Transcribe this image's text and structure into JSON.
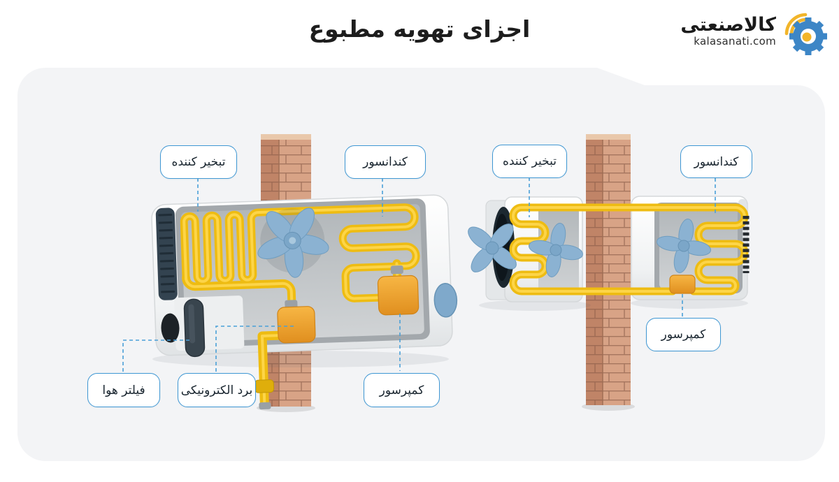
{
  "header": {
    "title": "اجزای تهویه مطبوع"
  },
  "logo": {
    "brand": "کالاصنعتی",
    "domain": "kalasanati.com"
  },
  "diagram_left": {
    "name": "window air conditioner cutaway",
    "labels": {
      "evaporator": "تبخیر کننده",
      "condenser": "کندانسور",
      "air_filter": "فیلتر هوا",
      "electronic_board": "برد الکترونیکی",
      "compressor": "کمپرسور"
    }
  },
  "diagram_right": {
    "name": "split air conditioner across wall",
    "labels": {
      "evaporator": "تبخیر کننده",
      "condenser": "کندانسور",
      "compressor": "کمپرسور"
    }
  },
  "colors": {
    "card_background": "#f3f4f6",
    "label_border": "#3f97d3",
    "connector_dash": "#4aa0d8",
    "pipe_yellow": "#eebc12",
    "pipe_highlight": "#ffd952",
    "compressor_orange": "#f2a63a",
    "fan_blue": "#8bb2d2",
    "brick_light": "#d8a386",
    "brick_dark": "#c08467",
    "logo_blue": "#3d86c6",
    "logo_yellow": "#f2b52a"
  }
}
